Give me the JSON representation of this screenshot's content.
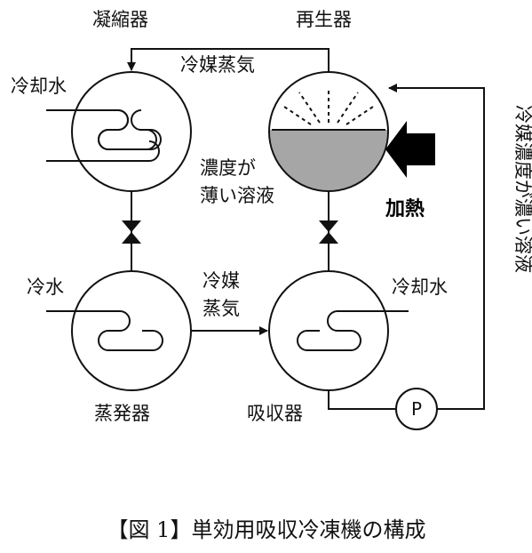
{
  "labels": {
    "condenser": "凝縮器",
    "regenerator": "再生器",
    "evaporator": "蒸発器",
    "absorber": "吸収器",
    "refrigerant_vapor_top": "冷媒蒸気",
    "cooling_water_left": "冷却水",
    "cooling_water_right": "冷却水",
    "chilled_water": "冷水",
    "refrigerant_vapor_mid_line1": "冷媒",
    "refrigerant_vapor_mid_line2": "蒸気",
    "dilute_solution_line1": "濃度が",
    "dilute_solution_line2": "薄い溶液",
    "heating": "加熱",
    "concentrated_solution": "冷媒濃度が濃い溶液",
    "pump": "P"
  },
  "caption": "【図 1】単効用吸収冷凍機の構成",
  "colors": {
    "line": "#111111",
    "liquid_fill": "#a6a6a6",
    "heat_arrow": "#000000"
  }
}
